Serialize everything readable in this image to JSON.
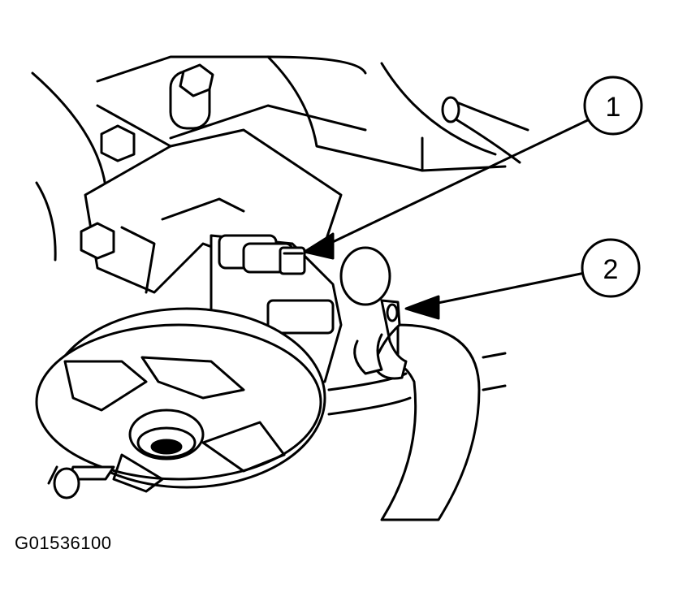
{
  "callouts": [
    {
      "label": "1",
      "target": "pressure-line-fitting"
    },
    {
      "label": "2",
      "target": "hose-clamp"
    }
  ],
  "figure_id": "G01536100",
  "colors": {
    "ink": "#000000",
    "paper": "#ffffff"
  }
}
